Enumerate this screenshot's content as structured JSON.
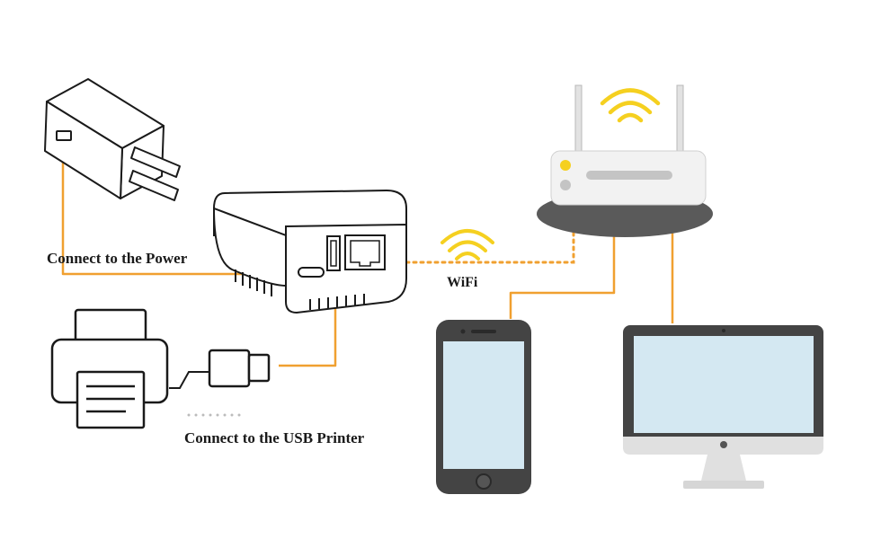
{
  "labels": {
    "power": "Connect to  the Power",
    "wifi": "WiFi",
    "usb_printer": "Connect to the USB Printer"
  },
  "colors": {
    "connection_line": "#F0A030",
    "wifi_signal": "#F5D020",
    "outline": "#1a1a1a",
    "device_body": "#444444",
    "screen": "#D4E8F2",
    "router_body": "#F2F2F2",
    "router_shadow": "#5A5A5A",
    "monitor_stand": "#E0E0E0"
  },
  "icons": {
    "power_adapter": "power-adapter-icon",
    "print_server": "print-server-device-icon",
    "printer": "printer-icon",
    "usb_plug": "usb-plug-icon",
    "router": "wifi-router-icon",
    "smartphone": "smartphone-icon",
    "desktop_monitor": "desktop-monitor-icon",
    "wifi_signal": "wifi-signal-icon"
  }
}
